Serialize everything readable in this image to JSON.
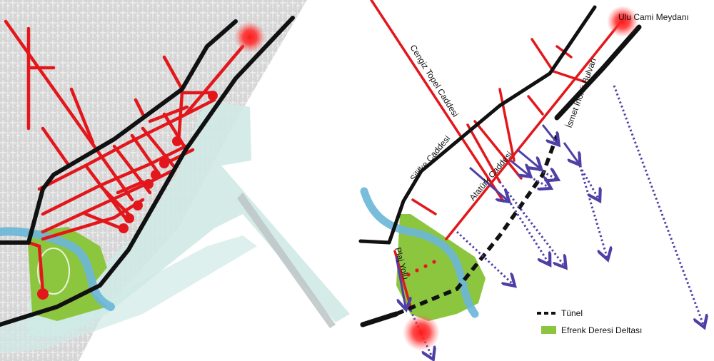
{
  "left_map": {
    "colors": {
      "background": "#d9d9d9",
      "building_lines": "#f4f4f4",
      "sea_zone": "#cfe9e6",
      "park": "#8cc63f",
      "river": "#6ab6d8",
      "main_road": "#111111",
      "street_network": "#e3171b",
      "node": "#e3171b",
      "glow": "#ff2a2a"
    }
  },
  "right_map": {
    "colors": {
      "background": "#ffffff",
      "park": "#8cc63f",
      "river": "#6ab6d8",
      "main_road": "#111111",
      "red_axes": "#e3171b",
      "sea_arrows": "#4d3fa6",
      "tunnel": "#111111",
      "glow": "#ff2a2a"
    },
    "labels": {
      "ulu_cami": "Ulu Cami Meydanı",
      "cengiz_topel": "Cengiz Topel Caddesi",
      "ismet_inonu": "İsmet İnönü Bulvarı",
      "silifke": "Silifke Caddesi",
      "ataturk": "Atatürk Caddesi",
      "plaj_yolu": "Plaj Yolu"
    },
    "legend": {
      "tunnel": "Tünel",
      "delta": "Efrenk Deresi Deltası"
    }
  }
}
